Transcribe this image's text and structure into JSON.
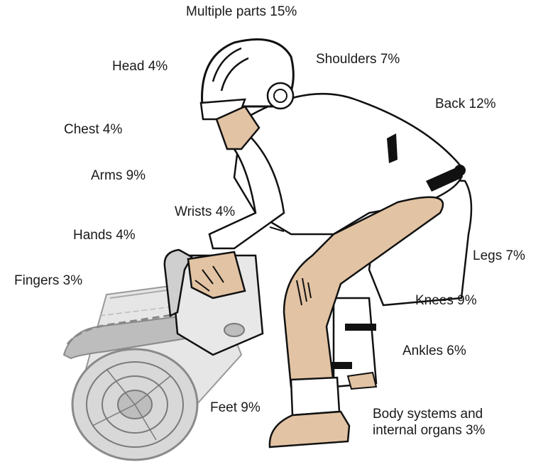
{
  "labels": [
    {
      "id": "multiple-parts",
      "text": "Multiple parts 15%"
    },
    {
      "id": "head",
      "text": "Head 4%"
    },
    {
      "id": "shoulders",
      "text": "Shoulders 7%"
    },
    {
      "id": "back",
      "text": "Back 12%"
    },
    {
      "id": "chest",
      "text": "Chest 4%"
    },
    {
      "id": "arms",
      "text": "Arms 9%"
    },
    {
      "id": "wrists",
      "text": "Wrists 4%"
    },
    {
      "id": "hands",
      "text": "Hands 4%"
    },
    {
      "id": "legs",
      "text": "Legs 7%"
    },
    {
      "id": "fingers",
      "text": "Fingers 3%"
    },
    {
      "id": "knees",
      "text": "Knees 9%"
    },
    {
      "id": "ankles",
      "text": "Ankles 6%"
    },
    {
      "id": "feet",
      "text": "Feet 9%"
    },
    {
      "id": "body-systems",
      "lines": [
        "Body systems and",
        "internal organs 3%"
      ]
    }
  ],
  "colors": {
    "skin": "#e2c3a3",
    "outline": "#111111",
    "suit": "#ffffff",
    "saw": "#bdbdbd",
    "log": "#d8d8d8"
  }
}
